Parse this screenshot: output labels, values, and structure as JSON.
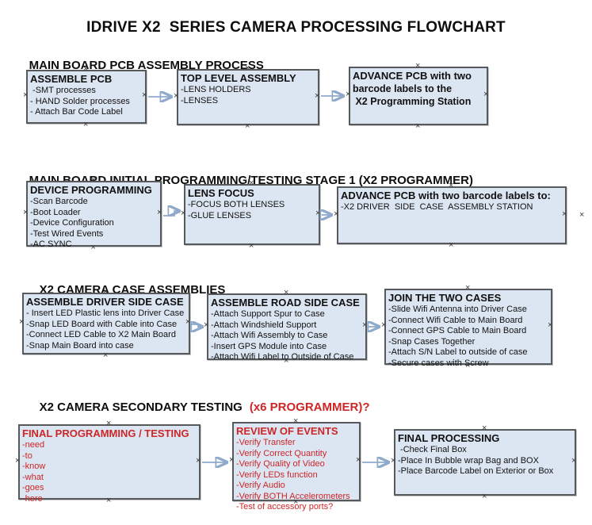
{
  "title": "IDRIVE X2  SERIES CAMERA PROCESSING FLOWCHART",
  "colors": {
    "box_fill": "#dce6f2",
    "box_border": "#58595b",
    "arrow_line": "#8fa9cb",
    "arrow_head": "#3f5d9e",
    "red_text": "#cc2626",
    "text": "#111111"
  },
  "sections": [
    {
      "heading": "MAIN BOARD PCB ASSEMBLY PROCESS",
      "boxes": [
        {
          "title": "ASSEMBLE PCB",
          "items": [
            " -SMT processes",
            "- HAND Solder processes",
            "- Attach Bar Code Label"
          ]
        },
        {
          "title": "TOP LEVEL ASSEMBLY",
          "items": [
            "-LENS HOLDERS",
            "-LENSES"
          ]
        },
        {
          "title": "ADVANCE PCB with two",
          "items": [
            "barcode labels to the",
            " X2 Programming Station"
          ]
        }
      ]
    },
    {
      "heading": "MAIN BOARD INITIAL PROGRAMMING/TESTING STAGE 1 (X2 PROGRAMMER)",
      "boxes": [
        {
          "title": "DEVICE PROGRAMMING",
          "items": [
            "-Scan Barcode",
            "-Boot Loader",
            "-Device Configuration",
            "-Test Wired Events",
            "-AC SYNC"
          ]
        },
        {
          "title": "LENS FOCUS",
          "items": [
            "-FOCUS BOTH LENSES",
            "-GLUE LENSES"
          ]
        },
        {
          "title": "ADVANCE PCB with two barcode labels to:",
          "items": [
            "-X2 DRIVER  SIDE  CASE  ASSEMBLY STATION"
          ]
        }
      ]
    },
    {
      "heading": "X2 CAMERA CASE ASSEMBLIES",
      "boxes": [
        {
          "title": "ASSEMBLE DRIVER SIDE CASE",
          "items": [
            "- Insert LED Plastic lens into Driver Case",
            "-Snap LED Board with Cable into Case",
            "-Connect LED Cable to X2 Main Board",
            "-Snap Main Board into case"
          ]
        },
        {
          "title": "ASSEMBLE ROAD SIDE CASE",
          "items": [
            "-Attach Support Spur to Case",
            "-Attach Windshield Support",
            "-Attach Wifi Assembly to Case",
            "-Insert GPS Module into Case",
            "-Attach Wifi Label to Outside of Case"
          ]
        },
        {
          "title": "JOIN THE TWO CASES",
          "items": [
            "-Slide Wifi Antenna into Driver Case",
            "-Connect Wifi Cable to Main Board",
            "-Connect GPS Cable to Main Board",
            "-Snap Cases Together",
            "-Attach S/N Label to outside of case",
            "-Secure cases with Screw"
          ]
        }
      ]
    },
    {
      "heading": "X2 CAMERA SECONDARY TESTING",
      "heading_suffix": "(x6 PROGRAMMER)?",
      "boxes": [
        {
          "title": "FINAL PROGRAMMING / TESTING",
          "items": [
            "-need",
            "-to",
            "-know",
            "-what",
            "-goes",
            "-here"
          ]
        },
        {
          "title": "REVIEW OF EVENTS",
          "items": [
            "-Verify Transfer",
            "-Verify Correct Quantity",
            "-Verify Quality of Video",
            "-Verify LEDs function",
            "-Verify Audio",
            "-Verify BOTH Accelerometers",
            "-Test of accessory ports?"
          ]
        },
        {
          "title": "FINAL PROCESSING",
          "items": [
            " -Check Final Box",
            "-Place In Bubble wrap Bag and BOX",
            "-Place Barcode Label on Exterior or Box"
          ]
        }
      ]
    }
  ]
}
